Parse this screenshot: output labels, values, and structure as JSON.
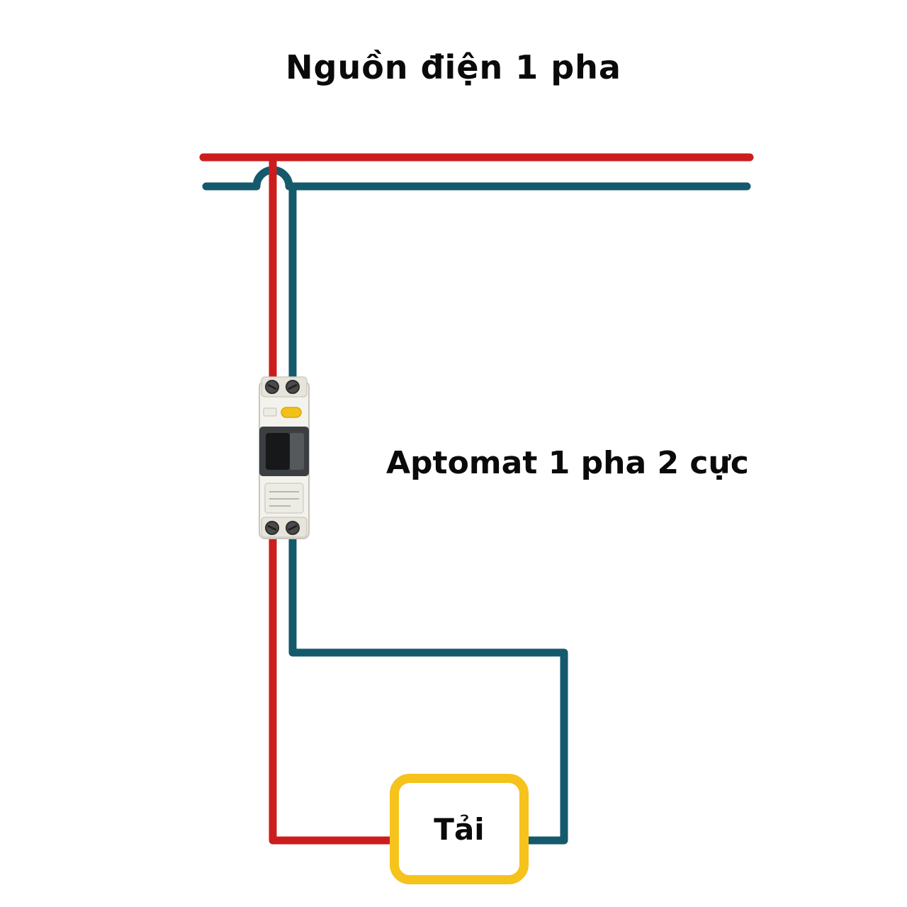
{
  "title": "Nguồn điện 1 pha",
  "breaker": {
    "label": "Aptomat 1 pha 2 cực"
  },
  "load": {
    "label": "Tải"
  },
  "colors": {
    "live_wire": "#cc1d1d",
    "neutral_wire": "#15596d",
    "load_border": "#f6c21c",
    "text": "#0a0a0a",
    "breaker_body": "#f4f2ec",
    "breaker_terminal": "#e7e4dc",
    "breaker_screw": "#4a4a4a",
    "breaker_indicator": "#f2c118",
    "breaker_toggle": "#3b3f42",
    "breaker_lever": "#17181a"
  }
}
